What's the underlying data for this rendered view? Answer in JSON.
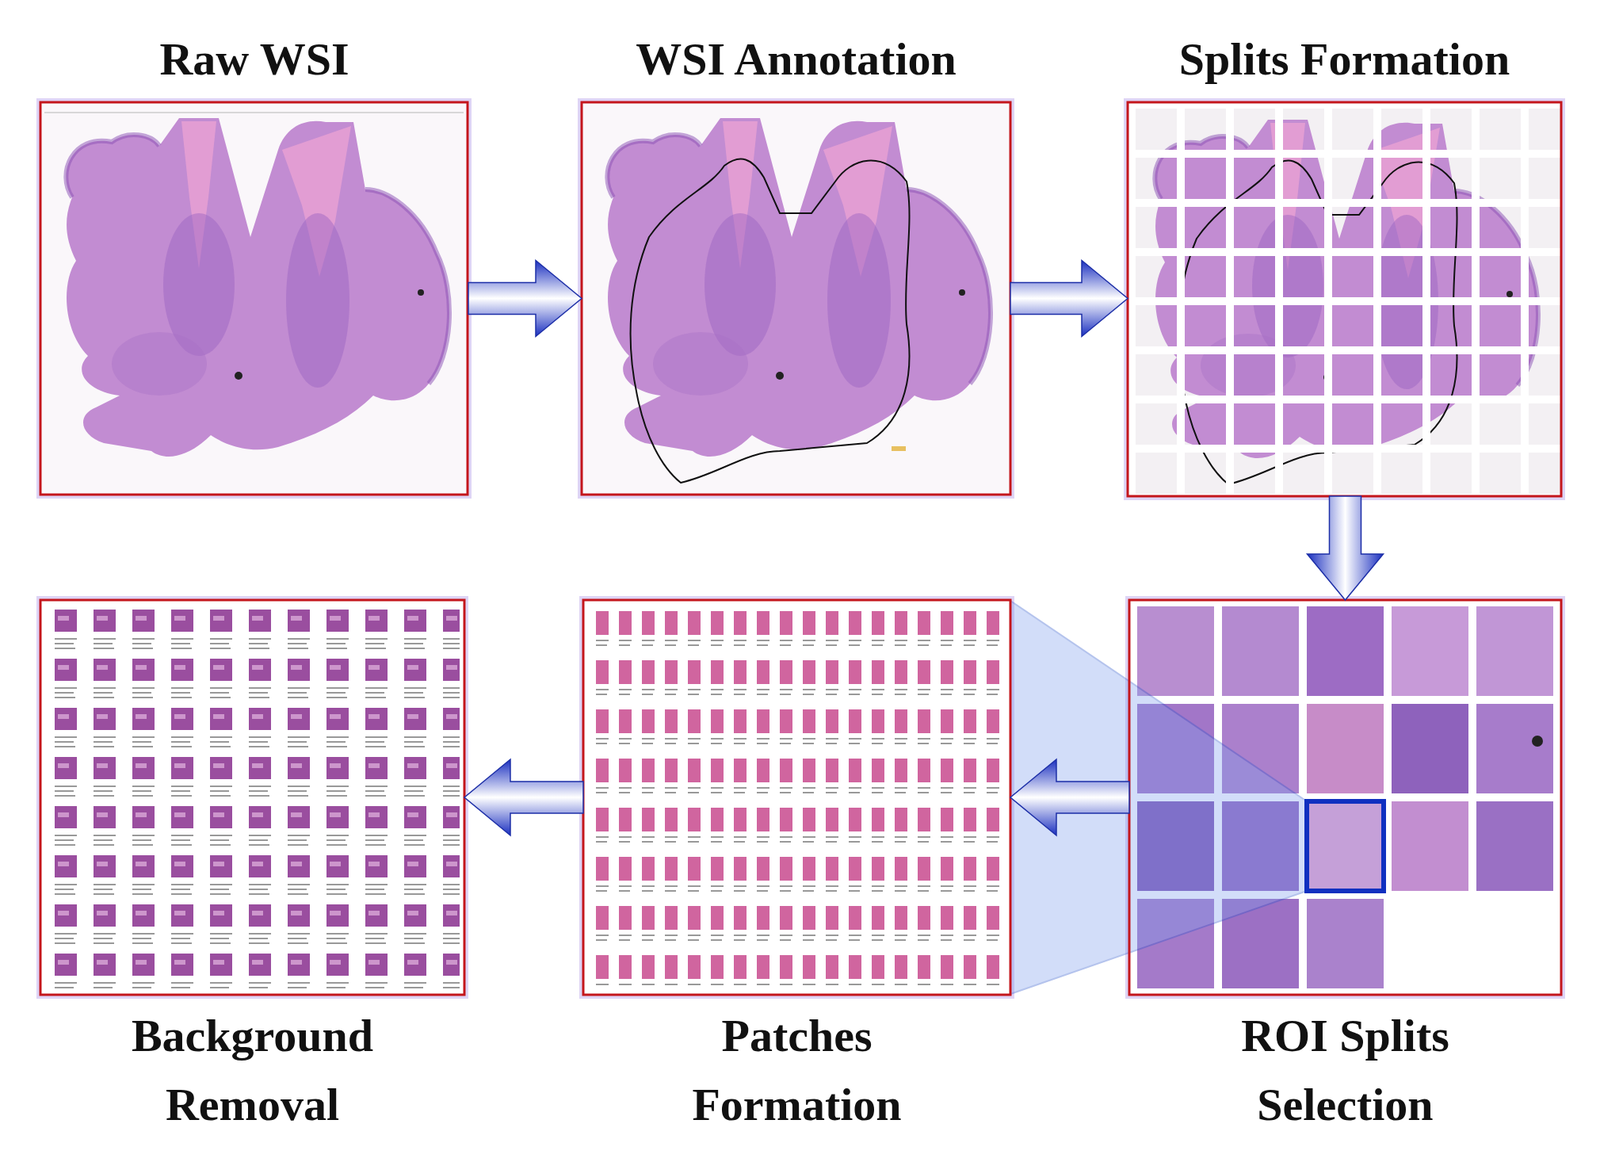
{
  "diagram": {
    "nodes": [
      {
        "text": [
          "Raw WSI"
        ]
      },
      {
        "text": [
          "WSI Annotation"
        ]
      },
      {
        "text": [
          "Splits Formation"
        ]
      },
      {
        "text": [
          "ROI Splits Selection"
        ]
      },
      {
        "text": [
          "Patches Formation"
        ]
      },
      {
        "text": [
          "Background Removal"
        ]
      }
    ],
    "edges": [
      {
        "from": 0,
        "to": 1,
        "arrow": "to"
      },
      {
        "from": 1,
        "to": 2,
        "arrow": "to"
      },
      {
        "from": 2,
        "to": 3,
        "arrow": "to"
      },
      {
        "from": 3,
        "to": 4,
        "arrow": "to"
      },
      {
        "from": 4,
        "to": 5,
        "arrow": "to"
      }
    ]
  }
}
